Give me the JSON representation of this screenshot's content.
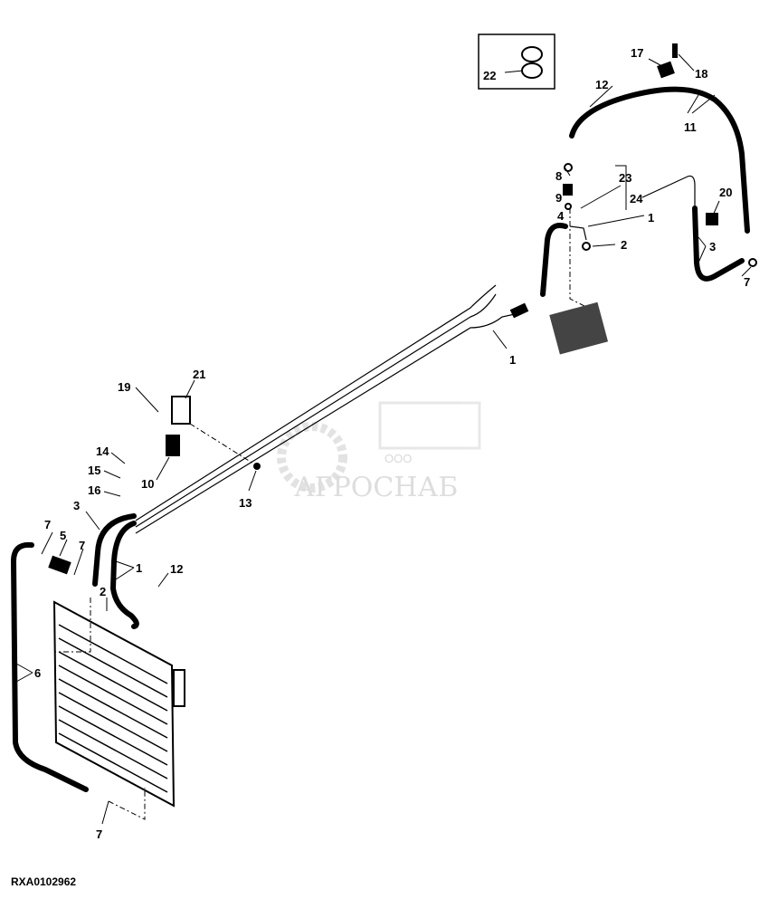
{
  "diagram": {
    "figure_id": "RXA0102962",
    "watermark": {
      "company_prefix": "ООО",
      "company_name": "АГРОСНАБ"
    },
    "callouts": [
      {
        "id": "c22",
        "label": "22"
      },
      {
        "id": "c17",
        "label": "17"
      },
      {
        "id": "c18",
        "label": "18"
      },
      {
        "id": "c12a",
        "label": "12"
      },
      {
        "id": "c11",
        "label": "11"
      },
      {
        "id": "c8",
        "label": "8"
      },
      {
        "id": "c23",
        "label": "23"
      },
      {
        "id": "c9",
        "label": "9"
      },
      {
        "id": "c24",
        "label": "24"
      },
      {
        "id": "c4",
        "label": "4"
      },
      {
        "id": "c1a",
        "label": "1"
      },
      {
        "id": "c20",
        "label": "20"
      },
      {
        "id": "c2a",
        "label": "2"
      },
      {
        "id": "c3a",
        "label": "3"
      },
      {
        "id": "c7a",
        "label": "7"
      },
      {
        "id": "c1b",
        "label": "1"
      },
      {
        "id": "c19",
        "label": "19"
      },
      {
        "id": "c21",
        "label": "21"
      },
      {
        "id": "c14",
        "label": "14"
      },
      {
        "id": "c15",
        "label": "15"
      },
      {
        "id": "c10",
        "label": "10"
      },
      {
        "id": "c16",
        "label": "16"
      },
      {
        "id": "c13",
        "label": "13"
      },
      {
        "id": "c3b",
        "label": "3"
      },
      {
        "id": "c7b",
        "label": "7"
      },
      {
        "id": "c5",
        "label": "5"
      },
      {
        "id": "c7c",
        "label": "7"
      },
      {
        "id": "c1c",
        "label": "1"
      },
      {
        "id": "c12b",
        "label": "12"
      },
      {
        "id": "c2b",
        "label": "2"
      },
      {
        "id": "c6",
        "label": "6"
      },
      {
        "id": "c7d",
        "label": "7"
      }
    ]
  }
}
